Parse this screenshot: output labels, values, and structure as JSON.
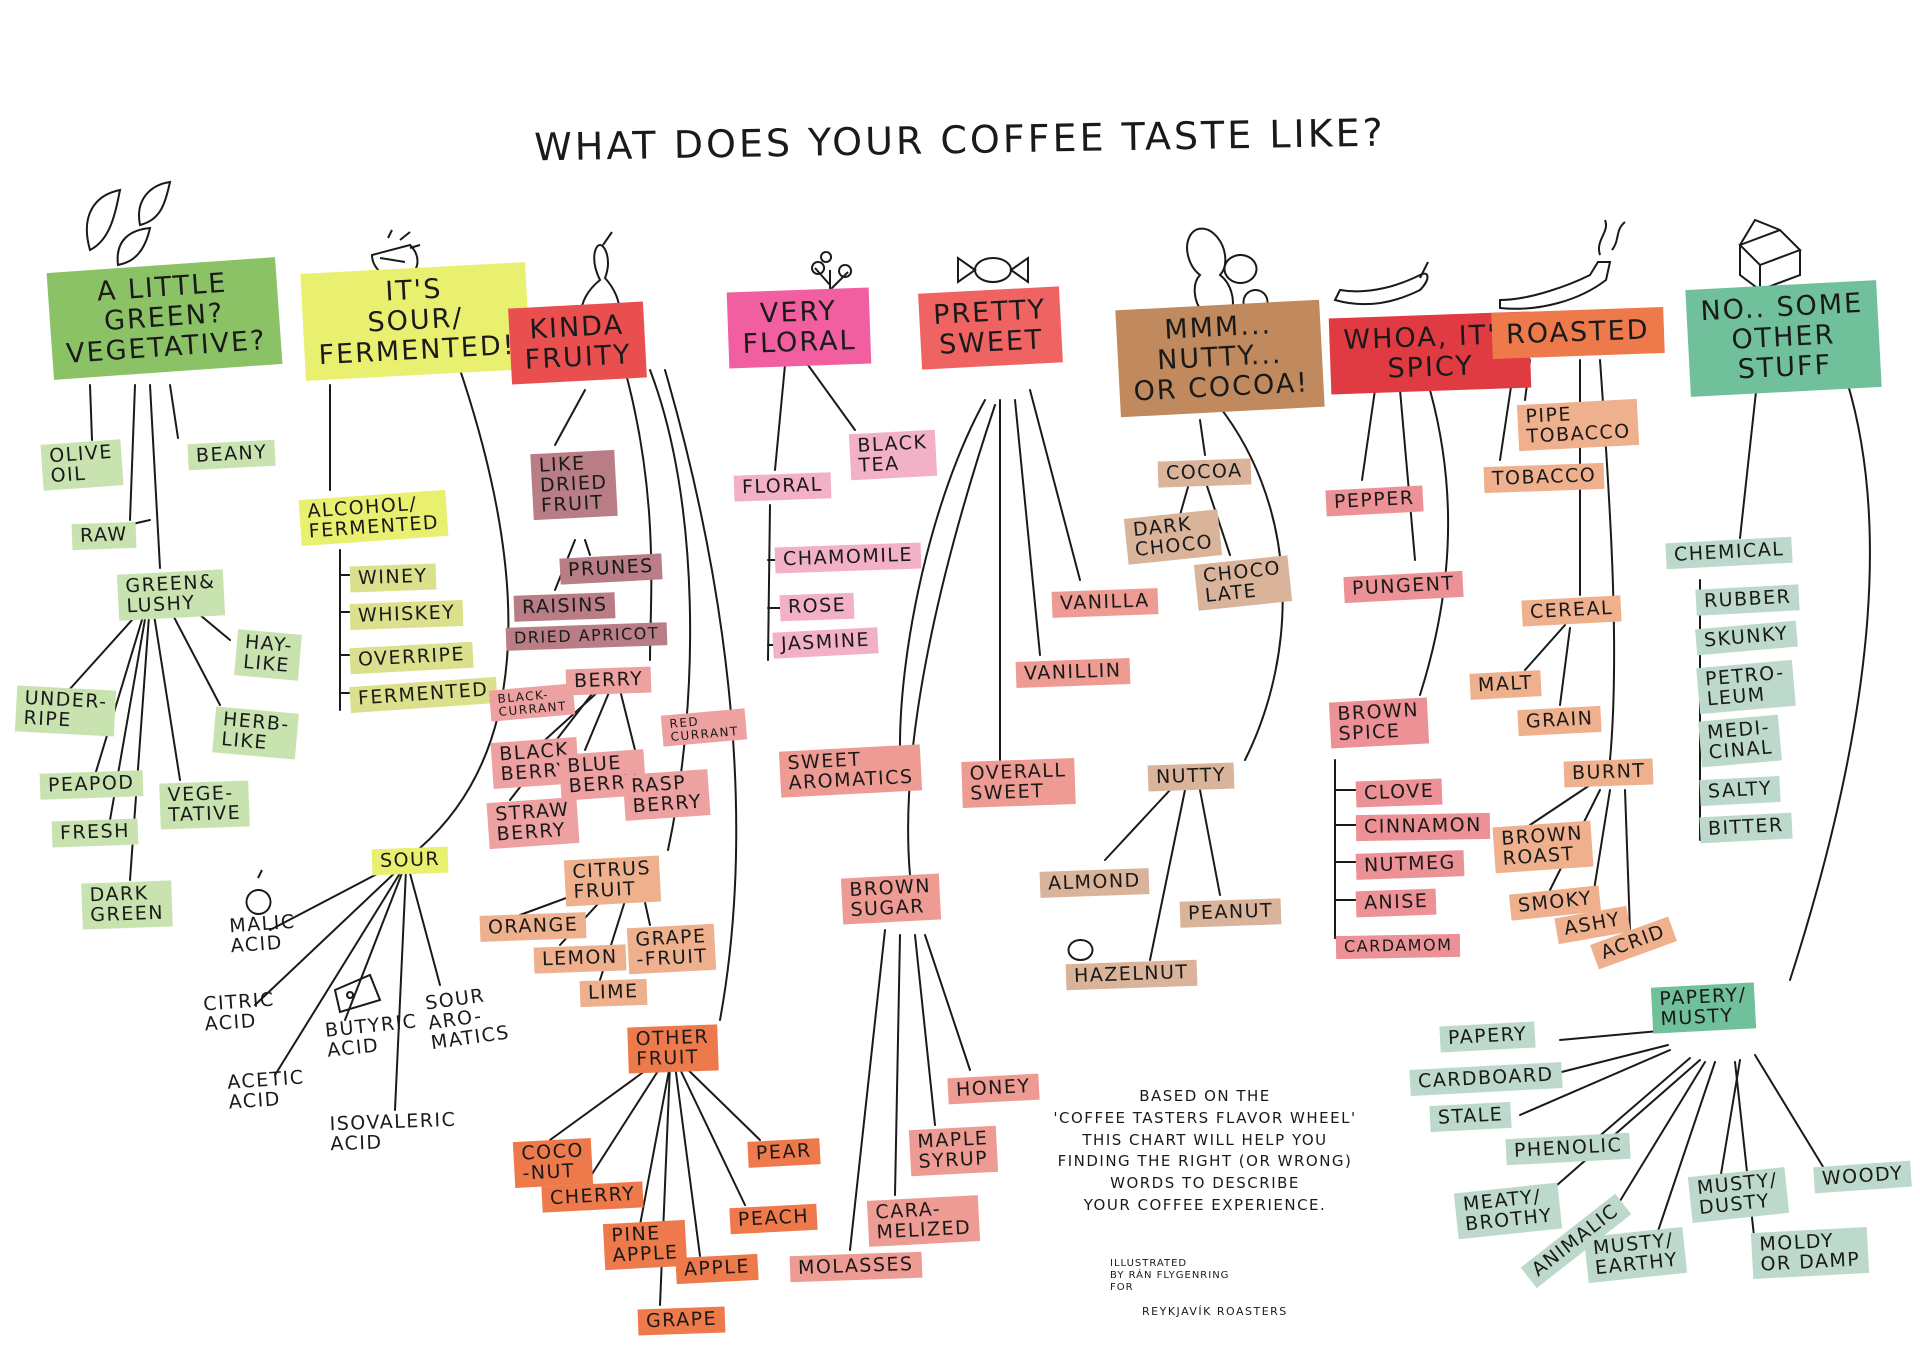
{
  "title": "WHAT DOES YOUR COFFEE TASTE LIKE?",
  "colors": {
    "green": "#8cc266",
    "green_light": "#c8e3b0",
    "yellow": "#e9ef6e",
    "yellow_light": "#dbe08c",
    "olive": "#b7b56a",
    "red": "#e94f4f",
    "red_light": "#eea1a1",
    "red_dark_light": "#b97d85",
    "pink": "#f15fa0",
    "pink_light": "#f3b1c7",
    "salmon": "#ef6363",
    "salmon_light": "#ee9b94",
    "brown": "#c08a5e",
    "brown_light": "#d9b39a",
    "crimson": "#e03a43",
    "crimson_light": "#ec9196",
    "orange": "#ee7a4b",
    "orange_light": "#efb08d",
    "teal": "#6fc09b",
    "teal_light": "#bcd9cb",
    "stroke": "#1a1a1a"
  },
  "categories": [
    {
      "id": "green",
      "label": "A LITTLE\nGREEN?\nVEGETATIVE?",
      "icon": "leaves-icon"
    },
    {
      "id": "sour",
      "label": "IT'S\nSOUR/\nFERMENTED!",
      "icon": "lemon-slice-icon"
    },
    {
      "id": "fruity",
      "label": "KINDA\nFRUITY",
      "icon": "pear-icon"
    },
    {
      "id": "floral",
      "label": "VERY\nFLORAL",
      "icon": "flower-icon"
    },
    {
      "id": "sweet",
      "label": "PRETTY\nSWEET",
      "icon": "candy-icon"
    },
    {
      "id": "nutty",
      "label": "MMM...\nNUTTY...\nOR COCOA!",
      "icon": "nuts-icon"
    },
    {
      "id": "spicy",
      "label": "WHOA, IT'S\nSPICY",
      "icon": "chili-pepper-icon"
    },
    {
      "id": "roasted",
      "label": "ROASTED",
      "icon": "pipe-icon"
    },
    {
      "id": "other",
      "label": "NO.. SOME\nOTHER\nSTUFF",
      "icon": "box-icon"
    }
  ],
  "terms": {
    "olive_oil": "OLIVE\nOIL",
    "beany": "BEANY",
    "raw": "RAW",
    "green_lushy": "GREEN&\nLUSHY",
    "underripe": "UNDER-\nRIPE",
    "peapod": "PEAPOD",
    "fresh": "FRESH",
    "dark_green": "DARK\nGREEN",
    "vegetative": "VEGE-\nTATIVE",
    "hay_like": "HAY-\nLIKE",
    "herb_like": "HERB-\nLIKE",
    "alcohol": "ALCOHOL/\nFERMENTED",
    "winey": "WINEY",
    "whiskey": "WHISKEY",
    "overripe": "OVERRIPE",
    "fermented": "FERMENTED",
    "sour": "SOUR",
    "malic": "MALIC\nACID",
    "citric": "CITRIC\nACID",
    "butyric": "BUTYRIC\nACID",
    "sour_aromatics": "SOUR\nARO-\nMATICS",
    "acetic": "ACETIC\nACID",
    "isovaleric": "ISOVALERIC\nACID",
    "dried_fruit": "LIKE\nDRIED\nFRUIT",
    "prunes": "PRUNES",
    "raisins": "RAISINS",
    "dried_apricot": "DRIED APRICOT",
    "berry": "BERRY",
    "blackcurrant": "BLACK-\nCURRANT",
    "redcurrant": "RED\nCURRANT",
    "blackberry": "BLACK\nBERRY",
    "blueberry": "BLUE\nBERRY",
    "raspberry": "RASP\nBERRY",
    "strawberry": "STRAW\nBERRY",
    "citrus": "CITRUS\nFRUIT",
    "orange": "ORANGE",
    "lemon": "LEMON",
    "grapefruit": "GRAPE\n-FRUIT",
    "lime": "LIME",
    "other_fruit": "OTHER\nFRUIT",
    "coconut": "COCO\n-NUT",
    "pear": "PEAR",
    "cherry": "CHERRY",
    "peach": "PEACH",
    "pineapple": "PINE\nAPPLE",
    "apple": "APPLE",
    "grape": "GRAPE",
    "floral": "FLORAL",
    "black_tea": "BLACK\nTEA",
    "chamomile": "CHAMOMILE",
    "rose": "ROSE",
    "jasmine": "JASMINE",
    "vanilla": "VANILLA",
    "vanillin": "VANILLIN",
    "sweet_aromatics": "SWEET\nAROMATICS",
    "overall_sweet": "OVERALL\nSWEET",
    "brown_sugar": "BROWN\nSUGAR",
    "honey": "HONEY",
    "maple_syrup": "MAPLE\nSYRUP",
    "caramelized": "CARA-\nMELIZED",
    "molasses": "MOLASSES",
    "cocoa": "COCOA",
    "dark_choco": "DARK\nCHOCO",
    "chocolate": "CHOCO\nLATE",
    "nutty": "NUTTY",
    "almond": "ALMOND",
    "peanut": "PEANUT",
    "hazelnut": "HAZELNUT",
    "pepper": "PEPPER",
    "pungent": "PUNGENT",
    "brown_spice": "BROWN\nSPICE",
    "clove": "CLOVE",
    "cinnamon": "CINNAMON",
    "nutmeg": "NUTMEG",
    "anise": "ANISE",
    "cardamom": "CARDAMOM",
    "pipe_tobacco": "PIPE\nTOBACCO",
    "tobacco": "TOBACCO",
    "cereal": "CEREAL",
    "malt": "MALT",
    "grain": "GRAIN",
    "burnt": "BURNT",
    "brown_roast": "BROWN\nROAST",
    "smoky": "SMOKY",
    "ashy": "ASHY",
    "acrid": "ACRID",
    "chemical": "CHEMICAL",
    "rubber": "RUBBER",
    "skunky": "SKUNKY",
    "petroleum": "PETRO-\nLEUM",
    "medicinal": "MEDI-\nCINAL",
    "salty": "SALTY",
    "bitter": "BITTER",
    "papery_musty": "PAPERY/\nMUSTY",
    "papery": "PAPERY",
    "cardboard": "CARDBOARD",
    "stale": "STALE",
    "phenolic": "PHENOLIC",
    "meaty": "MEATY/\nBROTHY",
    "animalic": "ANIMALIC",
    "musty_earthy": "MUSTY/\nEARTHY",
    "musty_dusty": "MUSTY/\nDUSTY",
    "moldy": "MOLDY\nOR DAMP",
    "woody": "WOODY"
  },
  "note": "BASED ON THE\n'COFFEE TASTERS FLAVOR WHEEL'\nTHIS CHART WILL HELP YOU\nFINDING THE RIGHT (OR WRONG)\nWORDS TO DESCRIBE\nYOUR COFFEE EXPERIENCE.",
  "credit": "ILLUSTRATED\nBY RÁN FLYGENRING\nFOR",
  "credit_brand": "REYKJAVÍK ROASTERS"
}
